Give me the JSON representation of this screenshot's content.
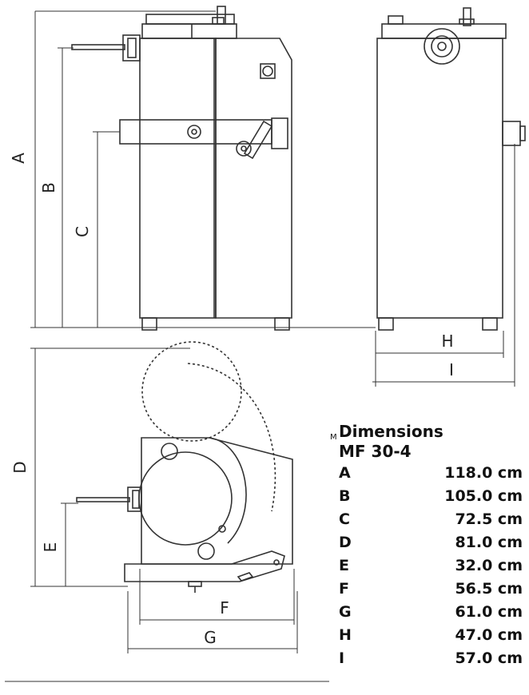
{
  "dimension_labels": {
    "A": "A",
    "B": "B",
    "C": "C",
    "D": "D",
    "E": "E",
    "F": "F",
    "G": "G",
    "H": "H",
    "I": "I"
  },
  "spec": {
    "tiny_mark": "M",
    "title": "Dimensions",
    "model": "MF 30-4",
    "rows": [
      {
        "key": "A",
        "value": "118.0 cm"
      },
      {
        "key": "B",
        "value": "105.0 cm"
      },
      {
        "key": "C",
        "value": "72.5 cm"
      },
      {
        "key": "D",
        "value": "81.0 cm"
      },
      {
        "key": "E",
        "value": "32.0 cm"
      },
      {
        "key": "F",
        "value": "56.5 cm"
      },
      {
        "key": "G",
        "value": "61.0 cm"
      },
      {
        "key": "H",
        "value": "47.0 cm"
      },
      {
        "key": "I",
        "value": "57.0 cm"
      }
    ]
  },
  "colors": {
    "line": "#333333",
    "text": "#111111"
  }
}
